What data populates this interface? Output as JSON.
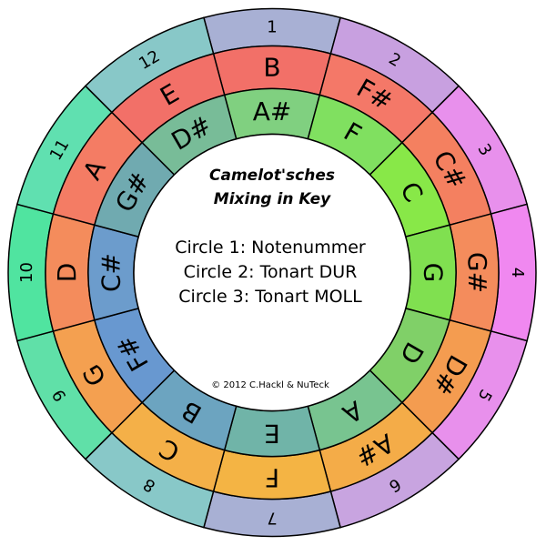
{
  "title": {
    "line1": "Camelot'sches",
    "line2": "Mixing in Key"
  },
  "legend": [
    "Circle 1: Notenummer",
    "Circle 2: Tonart DUR",
    "Circle 3: Tonart MOLL"
  ],
  "copyright": "© 2012 C.Hackl & NuTeck",
  "rings": {
    "numbers": {
      "labels": [
        "1",
        "2",
        "3",
        "4",
        "5",
        "6",
        "7",
        "8",
        "9",
        "10",
        "11",
        "12"
      ],
      "colors": [
        "#a8b0d4",
        "#c8a0e0",
        "#e890ec",
        "#f088f0",
        "#e890ec",
        "#c8a4e0",
        "#a8b0d4",
        "#88c8c8",
        "#60e0a8",
        "#50e4a0",
        "#60e0b0",
        "#88c8c8"
      ]
    },
    "major": {
      "labels": [
        "B",
        "F#",
        "C#",
        "G#",
        "D#",
        "A#",
        "F",
        "C",
        "G",
        "D",
        "A",
        "E"
      ],
      "colors": [
        "#f27068",
        "#f47868",
        "#f48060",
        "#f48c5c",
        "#f49c50",
        "#f4ac48",
        "#f4b444",
        "#f4b048",
        "#f4a050",
        "#f48c5c",
        "#f47c64",
        "#f27068"
      ]
    },
    "minor": {
      "labels": [
        "A#",
        "F",
        "C",
        "G",
        "D",
        "A",
        "E",
        "B",
        "F#",
        "C#",
        "G#",
        "D#"
      ],
      "colors": [
        "#80d080",
        "#80e060",
        "#88e848",
        "#80e050",
        "#80d068",
        "#78c490",
        "#70b4a8",
        "#6ca4c0",
        "#6898d0",
        "#6c9ccc",
        "#70aab0",
        "#78bc98"
      ]
    }
  }
}
